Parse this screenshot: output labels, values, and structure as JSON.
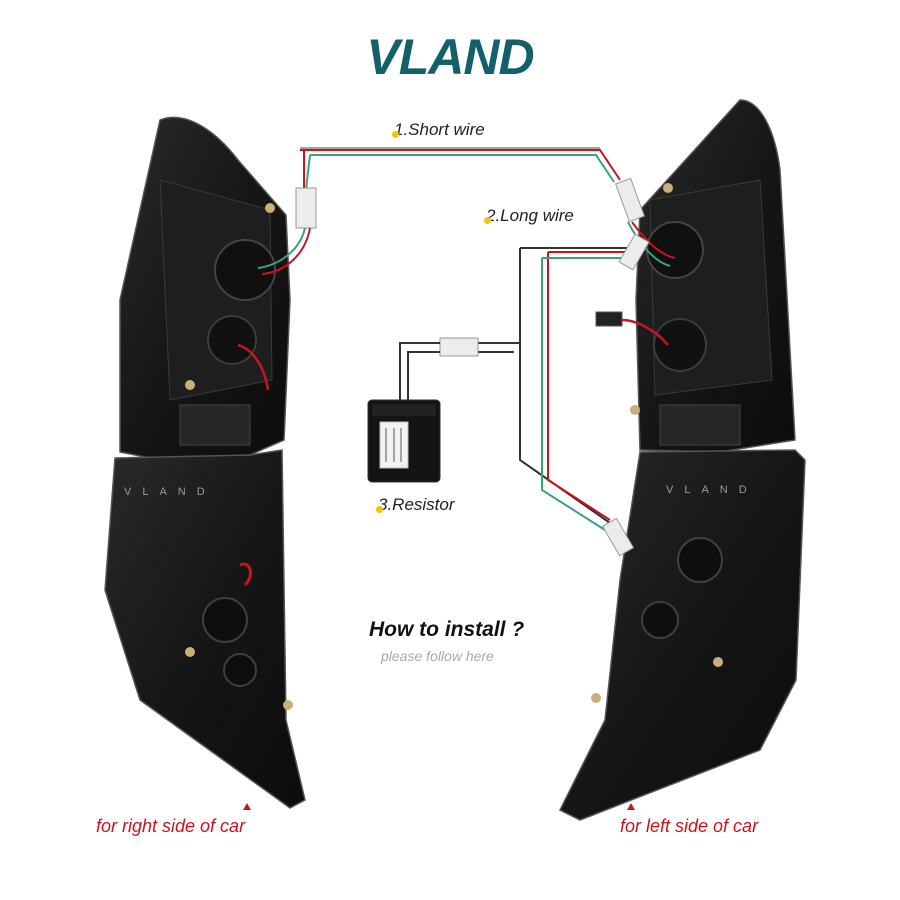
{
  "brand": {
    "logo_text": "VLAND",
    "watermark_left": "VLAND",
    "watermark_right": "VLAND"
  },
  "labels": {
    "short_wire": "1.Short wire",
    "long_wire": "2.Long wire",
    "resistor": "3.Resistor"
  },
  "install": {
    "title": "How to install ?",
    "subtitle": "please follow here"
  },
  "sides": {
    "right": "for right side of car",
    "left": "for left side of car"
  },
  "colors": {
    "brand": "#13606b",
    "accent_red": "#c8141e",
    "dot_yellow": "#f5c400"
  }
}
